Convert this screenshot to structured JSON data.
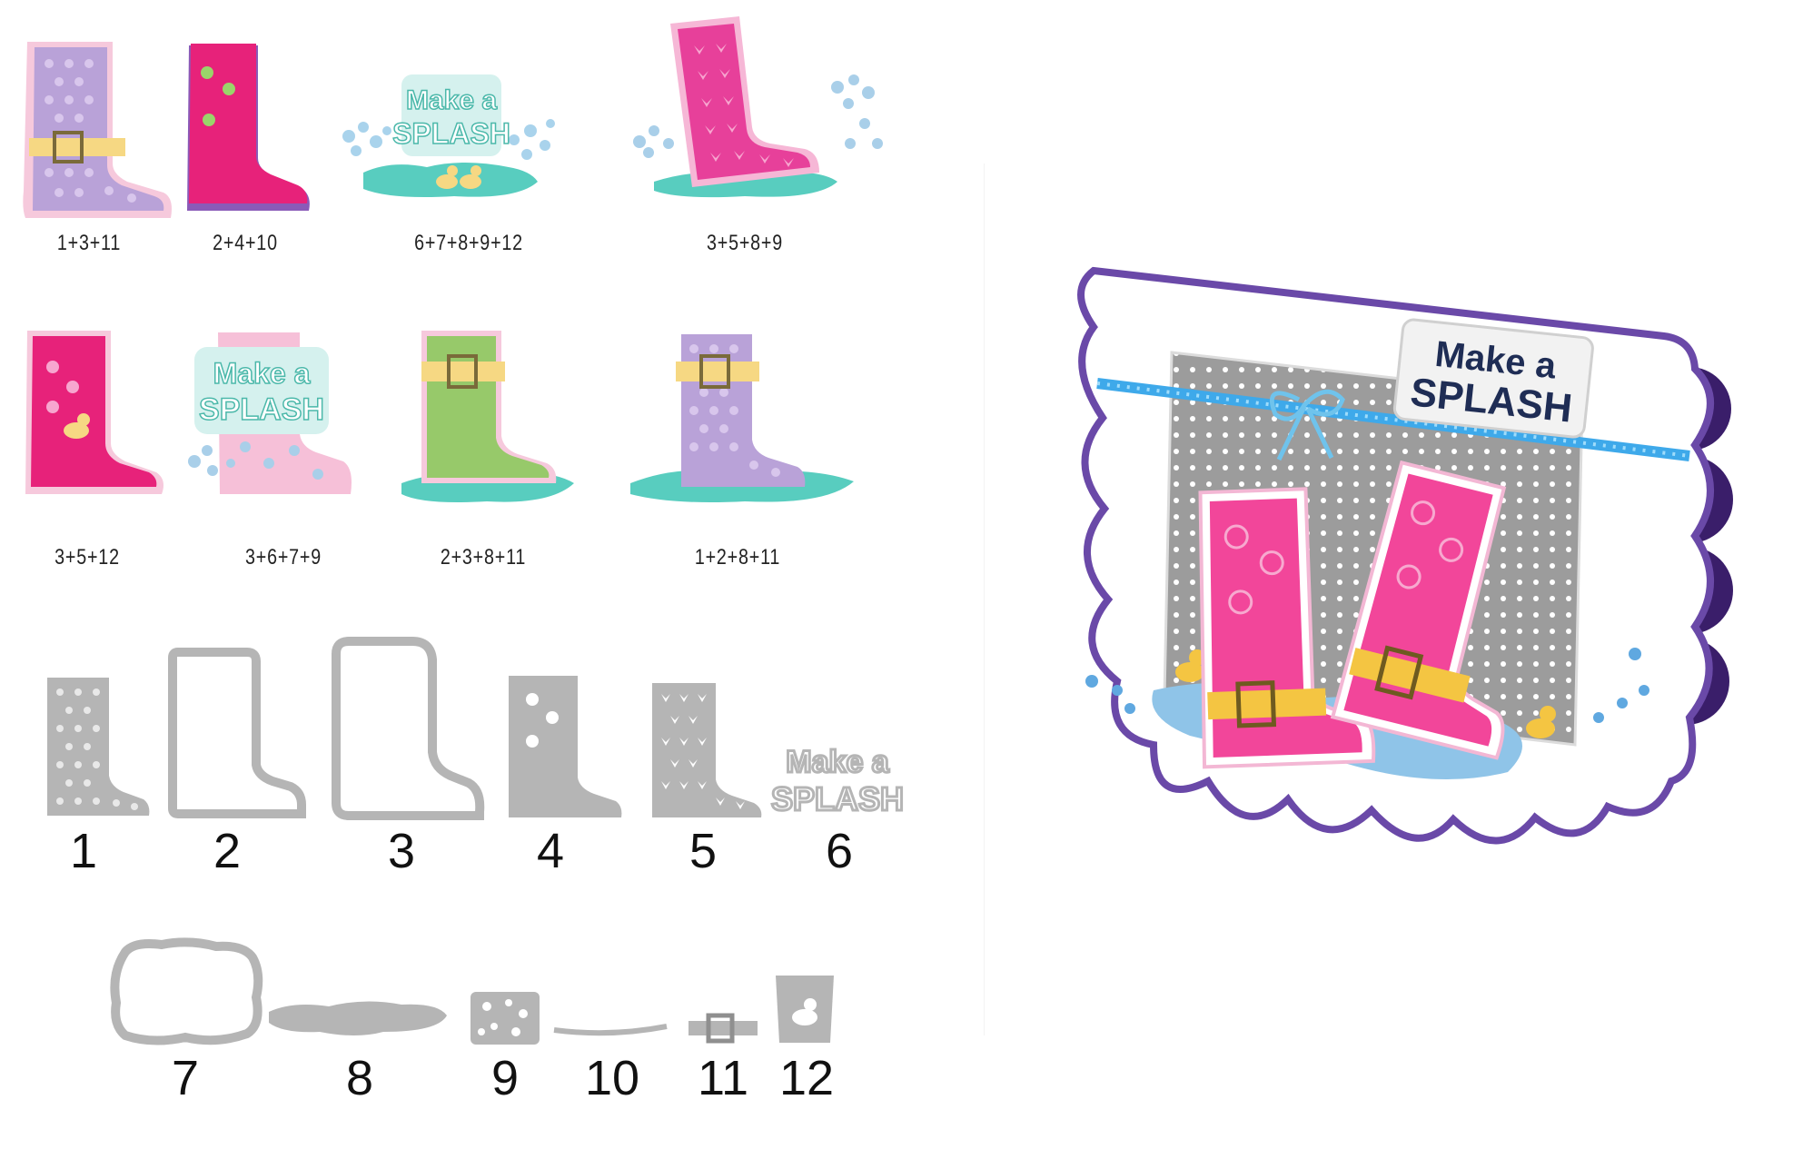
{
  "combos": [
    {
      "label": "1+3+11"
    },
    {
      "label": "2+4+10"
    },
    {
      "label": "6+7+8+9+12"
    },
    {
      "label": "3+5+8+9"
    },
    {
      "label": "3+5+12"
    },
    {
      "label": "3+6+7+9"
    },
    {
      "label": "2+3+8+11"
    },
    {
      "label": "1+2+8+11"
    }
  ],
  "dies": [
    {
      "number": "1"
    },
    {
      "number": "2"
    },
    {
      "number": "3"
    },
    {
      "number": "4"
    },
    {
      "number": "5"
    },
    {
      "number": "6"
    },
    {
      "number": "7"
    },
    {
      "number": "8"
    },
    {
      "number": "9"
    },
    {
      "number": "10"
    },
    {
      "number": "11"
    },
    {
      "number": "12"
    }
  ],
  "word_art": {
    "line1": "Make a",
    "line2": "SPLASH"
  },
  "colors": {
    "lavender": "#b9a2d8",
    "pink": "#f291c5",
    "magenta": "#e7227a",
    "teal": "#58cdbf",
    "green": "#97c96a",
    "yellow": "#f6d883",
    "die_gray": "#b5b5b5",
    "card_purple": "#6a49a8",
    "navy": "#1f2d55"
  }
}
